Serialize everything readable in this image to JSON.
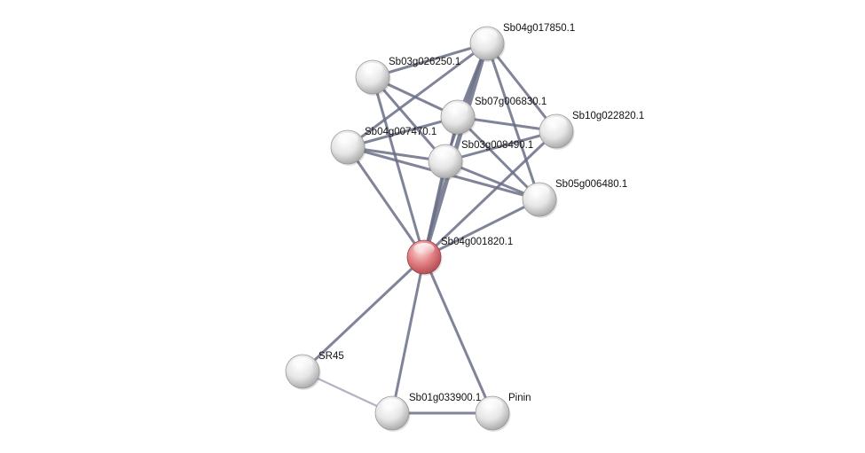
{
  "network": {
    "colors": {
      "edge": "#6a6f86",
      "edge_light": "#a9acbb",
      "node_default": "#d6d6d6",
      "node_query": "#d96a6e"
    },
    "nodes": [
      {
        "id": "Sb04g017850.1",
        "label": "Sb04g017850.1",
        "query": false
      },
      {
        "id": "Sb03g026250.1",
        "label": "Sb03g026250.1",
        "query": false
      },
      {
        "id": "Sb07g006830.1",
        "label": "Sb07g006830.1",
        "query": false
      },
      {
        "id": "Sb10g022820.1",
        "label": "Sb10g022820.1",
        "query": false
      },
      {
        "id": "Sb04g007470.1",
        "label": "Sb04g007470.1",
        "query": false
      },
      {
        "id": "Sb03g008490.1",
        "label": "Sb03g008490.1",
        "query": false
      },
      {
        "id": "Sb05g006480.1",
        "label": "Sb05g006480.1",
        "query": false
      },
      {
        "id": "Sb04g001820.1",
        "label": "Sb04g001820.1",
        "query": true
      },
      {
        "id": "SR45",
        "label": "SR45",
        "query": false
      },
      {
        "id": "Sb01g033900.1",
        "label": "Sb01g033900.1",
        "query": false
      },
      {
        "id": "Pinin",
        "label": "Pinin",
        "query": false
      }
    ],
    "edges": [
      {
        "source": "Sb04g017850.1",
        "target": "Sb03g026250.1",
        "style": "normal"
      },
      {
        "source": "Sb04g017850.1",
        "target": "Sb07g006830.1",
        "style": "normal"
      },
      {
        "source": "Sb04g017850.1",
        "target": "Sb10g022820.1",
        "style": "normal"
      },
      {
        "source": "Sb04g017850.1",
        "target": "Sb04g007470.1",
        "style": "normal"
      },
      {
        "source": "Sb04g017850.1",
        "target": "Sb03g008490.1",
        "style": "normal"
      },
      {
        "source": "Sb04g017850.1",
        "target": "Sb05g006480.1",
        "style": "normal"
      },
      {
        "source": "Sb04g017850.1",
        "target": "Sb04g001820.1",
        "style": "thick"
      },
      {
        "source": "Sb03g026250.1",
        "target": "Sb07g006830.1",
        "style": "normal"
      },
      {
        "source": "Sb03g026250.1",
        "target": "Sb03g008490.1",
        "style": "normal"
      },
      {
        "source": "Sb03g026250.1",
        "target": "Sb04g001820.1",
        "style": "normal"
      },
      {
        "source": "Sb07g006830.1",
        "target": "Sb10g022820.1",
        "style": "normal"
      },
      {
        "source": "Sb07g006830.1",
        "target": "Sb04g007470.1",
        "style": "normal"
      },
      {
        "source": "Sb07g006830.1",
        "target": "Sb05g006480.1",
        "style": "normal"
      },
      {
        "source": "Sb07g006830.1",
        "target": "Sb04g001820.1",
        "style": "normal"
      },
      {
        "source": "Sb10g022820.1",
        "target": "Sb03g008490.1",
        "style": "normal"
      },
      {
        "source": "Sb10g022820.1",
        "target": "Sb04g001820.1",
        "style": "normal"
      },
      {
        "source": "Sb04g007470.1",
        "target": "Sb03g008490.1",
        "style": "normal"
      },
      {
        "source": "Sb04g007470.1",
        "target": "Sb05g006480.1",
        "style": "normal"
      },
      {
        "source": "Sb04g007470.1",
        "target": "Sb04g001820.1",
        "style": "normal"
      },
      {
        "source": "Sb03g008490.1",
        "target": "Sb05g006480.1",
        "style": "normal"
      },
      {
        "source": "Sb03g008490.1",
        "target": "Sb04g001820.1",
        "style": "normal"
      },
      {
        "source": "Sb05g006480.1",
        "target": "Sb04g001820.1",
        "style": "normal"
      },
      {
        "source": "Sb04g001820.1",
        "target": "SR45",
        "style": "normal"
      },
      {
        "source": "Sb04g001820.1",
        "target": "Sb01g033900.1",
        "style": "normal"
      },
      {
        "source": "Sb04g001820.1",
        "target": "Pinin",
        "style": "normal"
      },
      {
        "source": "SR45",
        "target": "Sb01g033900.1",
        "style": "light"
      },
      {
        "source": "Sb01g033900.1",
        "target": "Pinin",
        "style": "normal"
      }
    ]
  }
}
